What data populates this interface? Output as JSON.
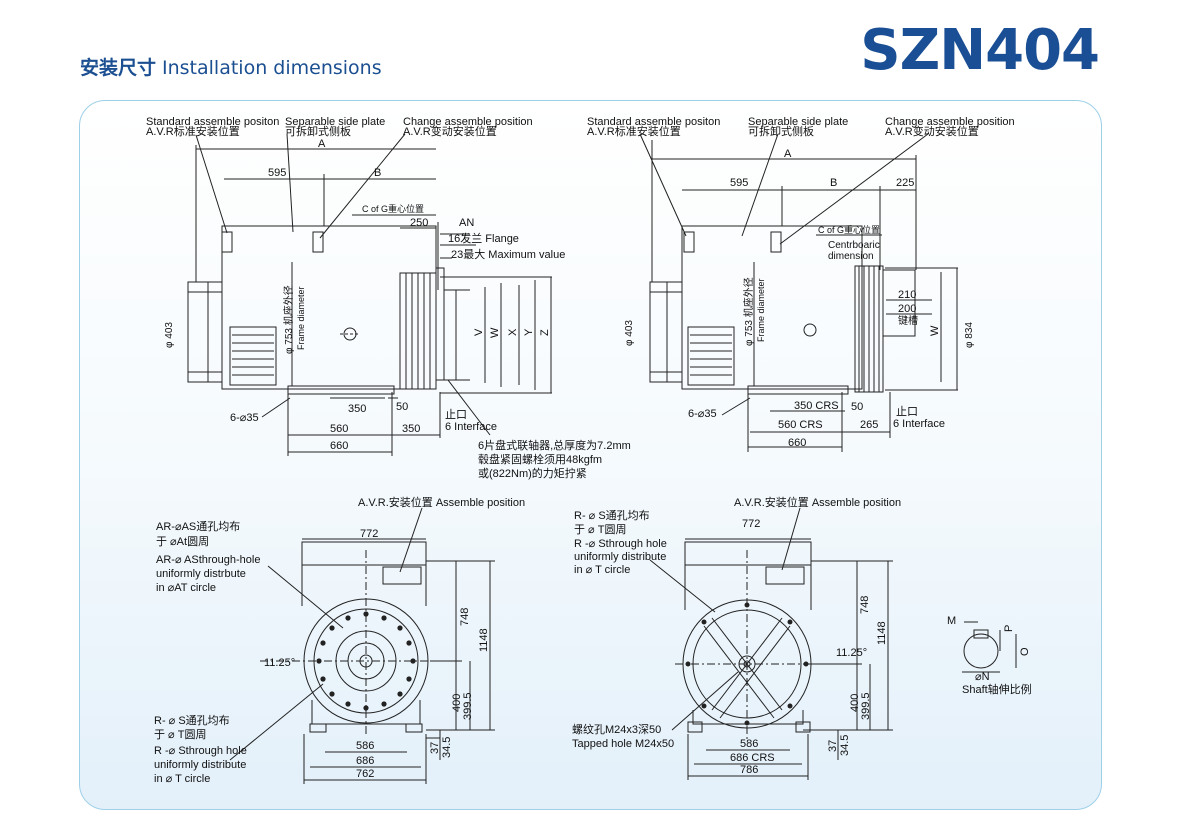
{
  "header": {
    "title_cn": "安装尺寸",
    "title_en": "Installation dimensions",
    "model": "SZN404"
  },
  "colors": {
    "brand": "#1a4f95",
    "panel_border": "#9ed0e8",
    "line": "#222222"
  },
  "side_view_left": {
    "standard_pos_en": "Standard assemble positon",
    "standard_pos_cn": "A.V.R标准安装位置",
    "side_plate_en": "Separable side plate",
    "side_plate_cn": "可拆卸式侧板",
    "change_pos_en": "Change assemble position",
    "change_pos_cn": "A.V.R变动安装位置",
    "dim_a": "A",
    "dim_595": "595",
    "dim_b": "B",
    "cog": "C of G重心位置",
    "dim_250": "250",
    "dim_an": "AN",
    "flange": "16发兰 Flange",
    "max_value": "23最大  Maximum value",
    "frame_dia": "φ 753 机座外径",
    "frame_dia_en": "Frame diameter",
    "dia_403": "φ 403",
    "v": "V",
    "w": "W",
    "x": "X",
    "y": "Y",
    "z": "Z",
    "holes": "6-⌀35",
    "dim_350a": "350",
    "dim_50": "50",
    "dim_560": "560",
    "dim_350b": "350",
    "dim_660": "660",
    "stop_cn": "止口",
    "interface": "6 Interface",
    "note_1": "6片盘式联轴器,总厚度为7.2mm",
    "note_2": "毂盘紧固螺栓须用48kgfm",
    "note_3": "或(822Nm)的力矩拧紧"
  },
  "side_view_right": {
    "standard_pos_en": "Standard assemble positon",
    "standard_pos_cn": "A.V.R标准安装位置",
    "side_plate_en": "Separable side plate",
    "side_plate_cn": "可拆卸式侧板",
    "change_pos_en": "Change assemble position",
    "change_pos_cn": "A.V.R变动安装位置",
    "dim_a": "A",
    "dim_595": "595",
    "dim_b": "B",
    "dim_225": "225",
    "cog": "C of G重心位置",
    "centre_1": "Centrboaric",
    "centre_2": "dimension",
    "frame_dia": "φ 753 机座外径",
    "frame_dia_en": "Frame diameter",
    "dia_403": "φ 403",
    "dim_210": "210",
    "dim_200": "200",
    "key": "键槽",
    "w": "W",
    "dia_834": "φ 834",
    "holes": "6-⌀35",
    "dim_350": "350 CRS",
    "dim_50": "50",
    "dim_560": "560 CRS",
    "dim_265": "265",
    "dim_660": "660",
    "stop_cn": "止口",
    "interface": "6 Interface"
  },
  "end_view_left": {
    "avr": "A.V.R.安装位置 Assemble position",
    "ar_1": "AR-⌀AS通孔均布",
    "ar_2": "于 ⌀At圆周",
    "ar_3": "AR-⌀ ASthrough-hole",
    "ar_4": "uniformly distrbute",
    "ar_5": "in ⌀AT circle",
    "dim_772": "772",
    "dim_748": "748",
    "dim_1148": "1148",
    "angle": "11.25°",
    "dim_400": "400",
    "dim_399": "399.5",
    "dim_37": "37",
    "dim_34": "34.5",
    "r_1": "R- ⌀ S通孔均布",
    "r_2": "于 ⌀ T圆周",
    "r_3": "R -⌀ Sthrough hole",
    "r_4": "uniformly distribute",
    "r_5": "in  ⌀ T circle",
    "dim_586": "586",
    "dim_686": "686",
    "dim_762": "762"
  },
  "end_view_right": {
    "avr": "A.V.R.安装位置 Assemble position",
    "r_1": "R- ⌀ S通孔均布",
    "r_2": "于 ⌀ T圆周",
    "r_3": "R -⌀ Sthrough hole",
    "r_4": "uniformly distribute",
    "r_5": "in  ⌀ T circle",
    "dim_772": "772",
    "dim_748": "748",
    "dim_1148": "1148",
    "angle": "11.25°",
    "dim_400": "400",
    "dim_399": "399.5",
    "dim_37": "37",
    "dim_34": "34.5",
    "tapped_cn": "螺纹孔M24x3深50",
    "tapped_en": "Tapped hole M24x50",
    "dim_586": "586",
    "dim_686": "686 CRS",
    "dim_786": "786"
  },
  "shaft": {
    "m": "M",
    "p": "P",
    "o": "O",
    "n": "⌀N",
    "label": "Shaft轴伸比例"
  }
}
